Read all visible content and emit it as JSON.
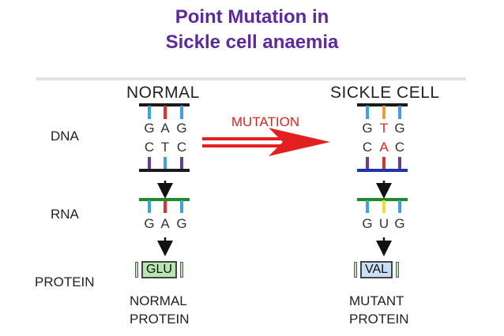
{
  "title": {
    "line1": "Point Mutation in",
    "line2": "Sickle cell anaemia"
  },
  "row_labels": {
    "dna": "DNA",
    "rna": "RNA",
    "protein": "PROTEIN"
  },
  "normal": {
    "header": "NORMAL",
    "dna_top": [
      "G",
      "A",
      "G"
    ],
    "dna_bottom": [
      "C",
      "T",
      "C"
    ],
    "rna": [
      "G",
      "A",
      "G"
    ],
    "amino_acid": "GLU",
    "caption_line1": "NORMAL",
    "caption_line2": "PROTEIN"
  },
  "sickle": {
    "header": "SICKLE CELL",
    "dna_top": [
      "G",
      "T",
      "G"
    ],
    "dna_bottom": [
      "C",
      "A",
      "C"
    ],
    "rna": [
      "G",
      "U",
      "G"
    ],
    "amino_acid": "VAL",
    "caption_line1": "MUTANT",
    "caption_line2": "PROTEIN"
  },
  "mutation_label": "MUTATION",
  "colors": {
    "title": "#5b2aa0",
    "mutation_arrow": "#e32020",
    "glu_fill": "#b8e6b0",
    "val_fill": "#c9dff5",
    "strand_dark": "#1b1b1b",
    "strand_green": "#1f8a2b",
    "strand_blue": "#2233aa",
    "base_blue": "#3ba3dd",
    "base_red": "#e03030",
    "base_purple": "#6a3aa0",
    "base_orange": "#e8a23a",
    "base_yellow": "#f2de2f"
  }
}
